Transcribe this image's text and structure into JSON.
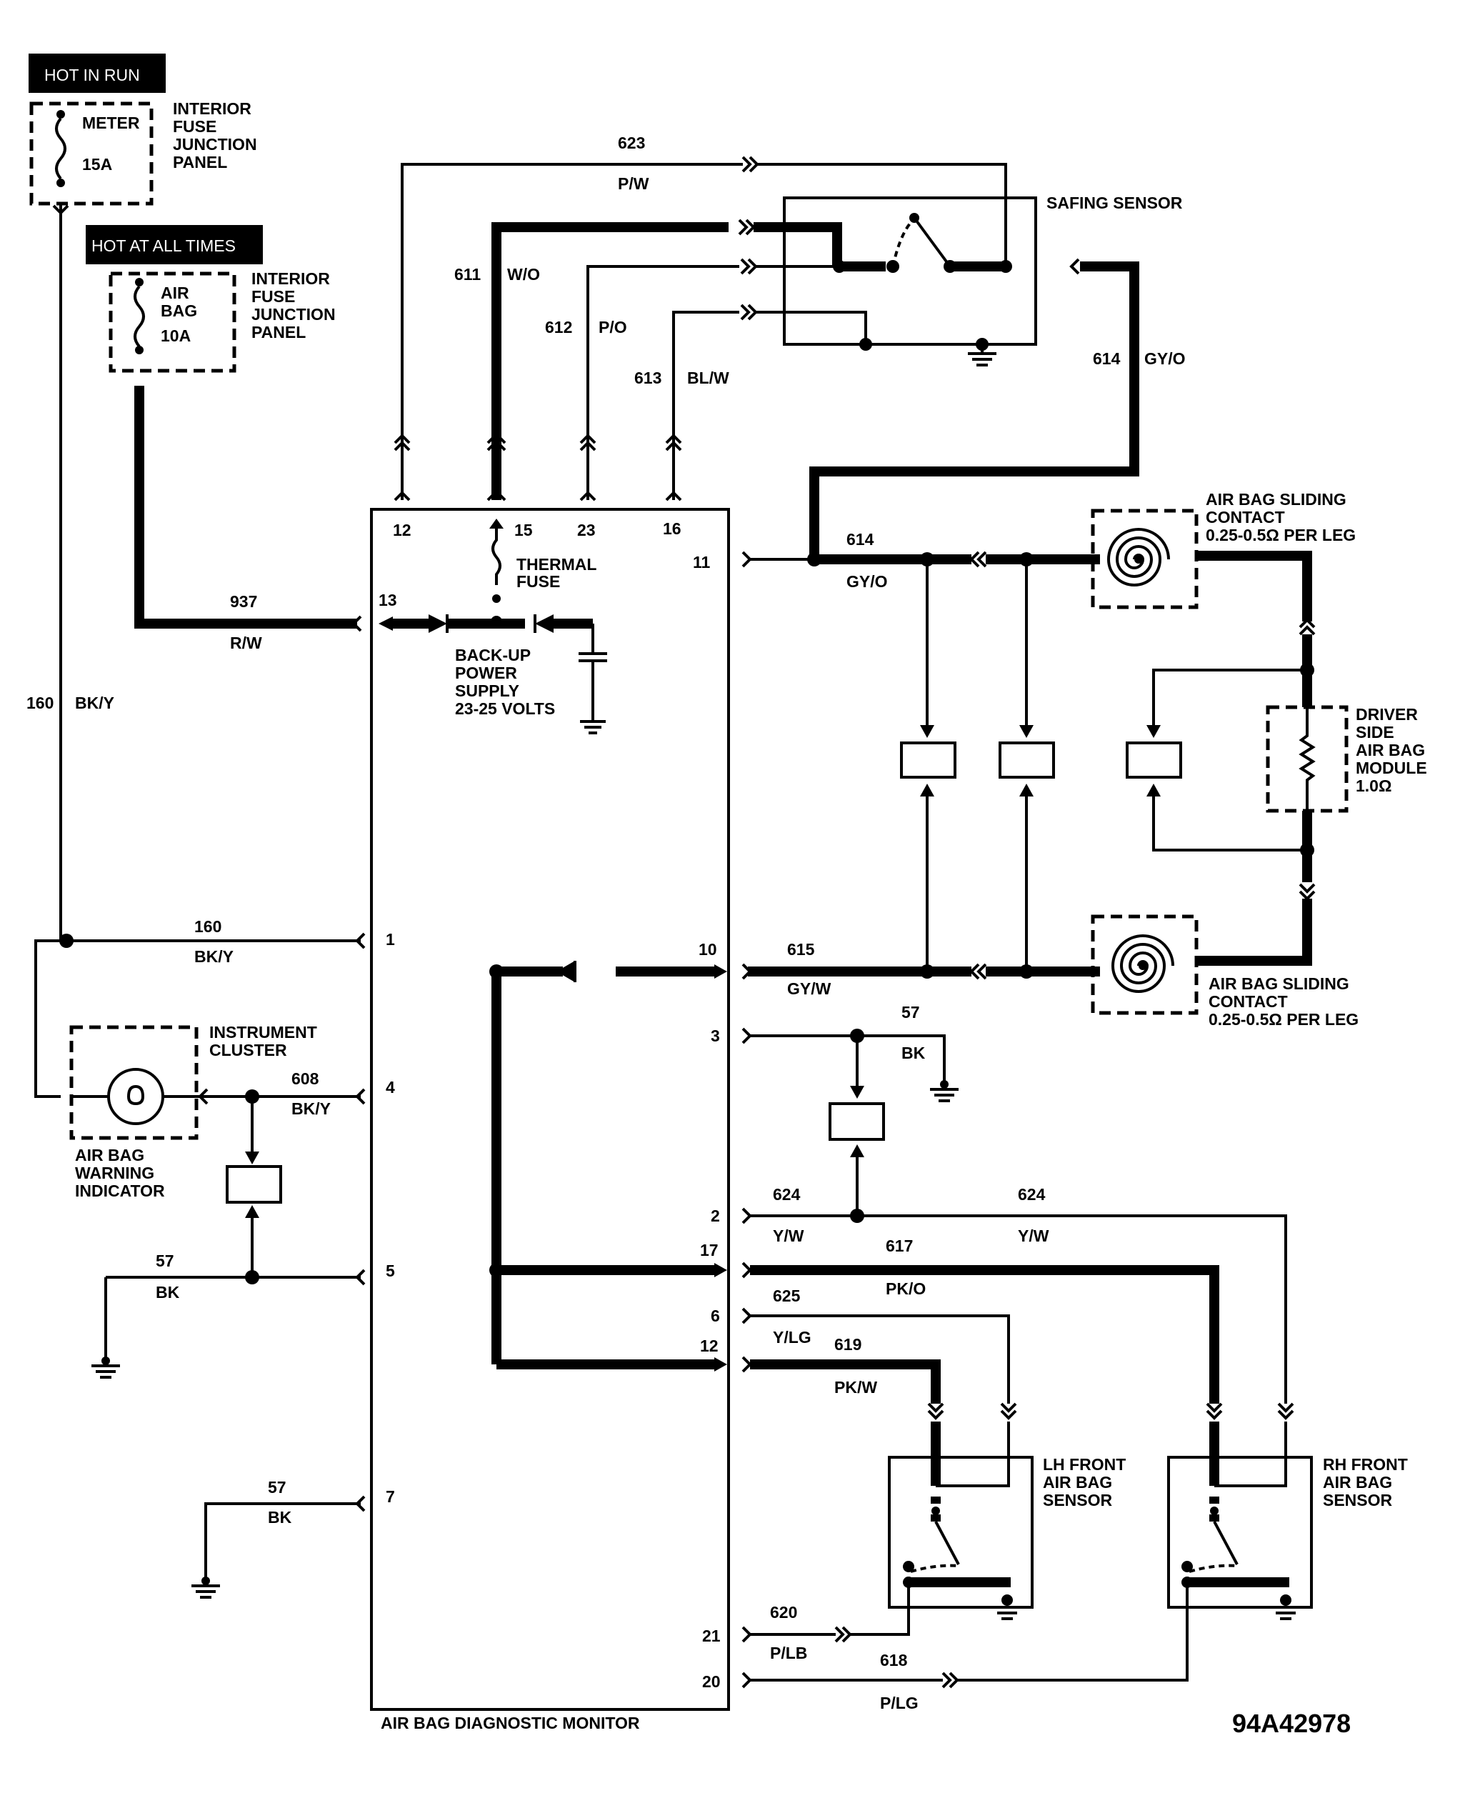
{
  "hot_in_run": "HOT IN RUN",
  "hot_at_all_times": "HOT AT ALL TIMES",
  "fuse_meter": {
    "name": "METER",
    "rating": "15A"
  },
  "fuse_airbag": {
    "name1": "AIR",
    "name2": "BAG",
    "rating": "10A"
  },
  "fuse_panel_label": [
    "INTERIOR",
    "FUSE",
    "JUNCTION",
    "PANEL"
  ],
  "safing_sensor": "SAFING SENSOR",
  "sliding_contact_top": [
    "AIR BAG SLIDING",
    "CONTACT",
    "0.25-0.5Ω PER LEG"
  ],
  "sliding_contact_bottom": [
    "AIR BAG SLIDING",
    "CONTACT",
    "0.25-0.5Ω PER LEG"
  ],
  "driver_module": [
    "DRIVER",
    "SIDE",
    "AIR BAG",
    "MODULE",
    "1.0Ω"
  ],
  "thermal_fuse": [
    "THERMAL",
    "FUSE"
  ],
  "backup_supply": [
    "BACK-UP",
    "POWER",
    "SUPPLY",
    "23-25 VOLTS"
  ],
  "instrument_cluster": [
    "INSTRUMENT",
    "CLUSTER"
  ],
  "warning_indicator": [
    "AIR BAG",
    "WARNING",
    "INDICATOR"
  ],
  "lh_sensor": [
    "LH FRONT",
    "AIR BAG",
    "SENSOR"
  ],
  "rh_sensor": [
    "RH FRONT",
    "AIR BAG",
    "SENSOR"
  ],
  "monitor": "AIR BAG DIAGNOSTIC MONITOR",
  "figure_id": "94A42978",
  "pins": {
    "p12t": "12",
    "p15": "15",
    "p23": "23",
    "p16": "16",
    "p11": "11",
    "p13": "13",
    "p1": "1",
    "p4": "4",
    "p5": "5",
    "p7": "7",
    "p10": "10",
    "p3": "3",
    "p2": "2",
    "p17": "17",
    "p6": "6",
    "p12b": "12",
    "p21": "21",
    "p20": "20"
  },
  "circuits": {
    "c623": "623",
    "c623c": "P/W",
    "c611": "611",
    "c611c": "W/O",
    "c612": "612",
    "c612c": "P/O",
    "c613": "613",
    "c613c": "BL/W",
    "c614a": "614",
    "c614ac": "GY/O",
    "c614b": "614",
    "c614bc": "GY/O",
    "c937": "937",
    "c937c": "R/W",
    "c160v": "160",
    "c160vc": "BK/Y",
    "c160": "160",
    "c160c": "BK/Y",
    "c608": "608",
    "c608c": "BK/Y",
    "c57a": "57",
    "c57ac": "BK",
    "c57b": "57",
    "c57bc": "BK",
    "c57c": "57",
    "c57cc": "BK",
    "c615": "615",
    "c615c": "GY/W",
    "c624a": "624",
    "c624ac": "Y/W",
    "c624b": "624",
    "c624bc": "Y/W",
    "c617": "617",
    "c617c": "PK/O",
    "c625": "625",
    "c625c": "Y/LG",
    "c619": "619",
    "c619c": "PK/W",
    "c620": "620",
    "c620c": "P/LB",
    "c618": "618",
    "c618c": "P/LG"
  }
}
